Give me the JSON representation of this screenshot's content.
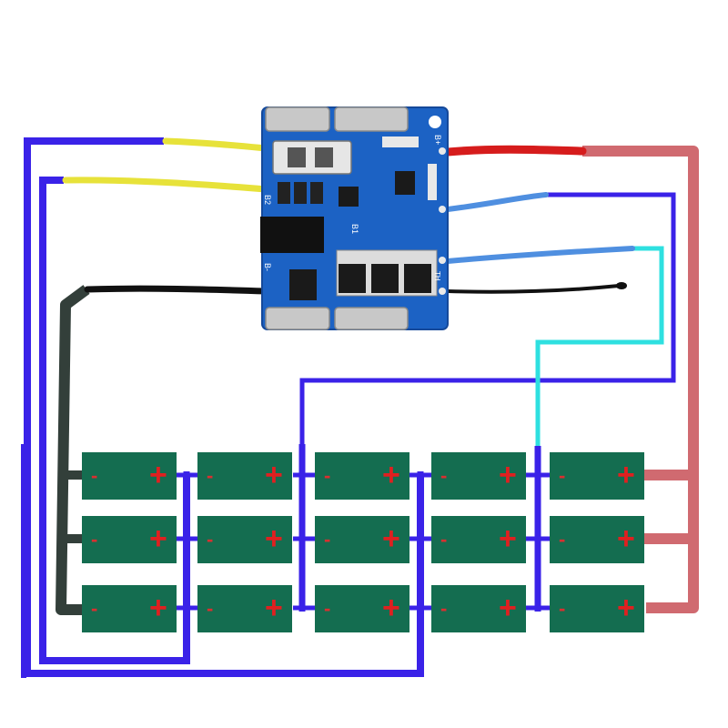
{
  "board": {
    "pad_labels": {
      "b_plus": "B+",
      "b_minus": "B-",
      "b2": "B2",
      "b1": "B1",
      "th": "TH"
    }
  },
  "cells": {
    "rows": 3,
    "columns": 5,
    "negative_symbol": "-",
    "positive_symbol": "+"
  },
  "colors": {
    "cell_body": "#146d50",
    "cell_positive": "#e02020",
    "cell_negative": "#d83030",
    "wire_blue": "#3a22e8",
    "wire_negative": "#333f3a",
    "wire_positive": "#d06a70",
    "wire_cyan": "#2ee0e0",
    "lead_yellow": "#e7e23a",
    "lead_red": "#d61c1c",
    "lead_light_blue": "#4f8fe0",
    "lead_black": "#111111",
    "board_blue": "#1c62c4",
    "terminal_silver": "#c8c8c8"
  }
}
